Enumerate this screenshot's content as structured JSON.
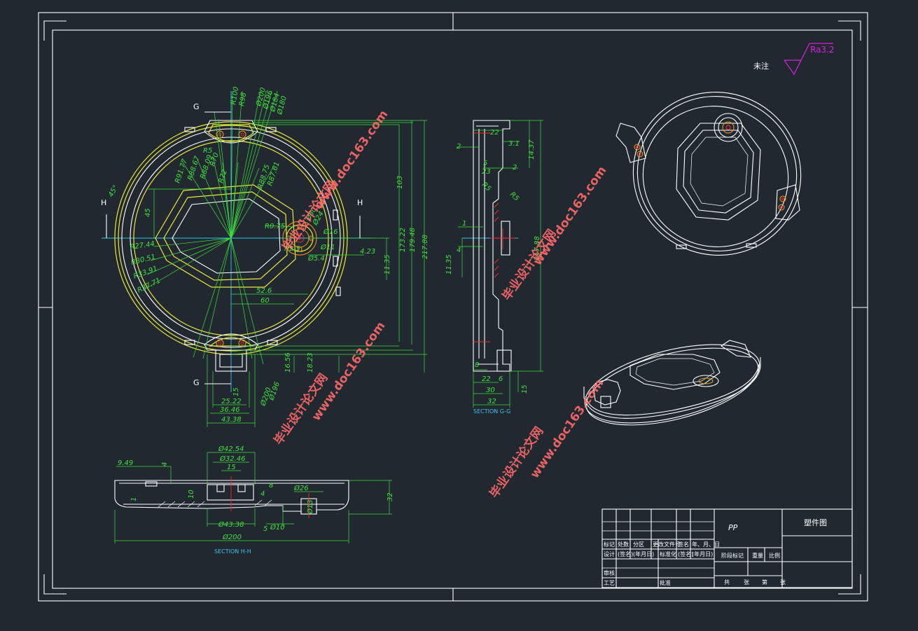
{
  "annotations": {
    "roughness_note": "未注",
    "roughness_value": "Ra3.2",
    "material": "PP",
    "drawing_title": "塑件图",
    "section_gg_label": "SECTION G-G",
    "section_hh_label": "SECTION H-H",
    "cut_g": "G",
    "cut_h": "H"
  },
  "watermarks": [
    "毕业设计论文网",
    "www.doc163.com"
  ],
  "title_block": {
    "row1": [
      "标记",
      "处数",
      "分区",
      "更改文件号",
      "签名",
      "年、月、日"
    ],
    "row2": [
      "设计",
      "(签名)",
      "(年月日)",
      "标准化",
      "(签名)",
      "(年月日)"
    ],
    "row2_right": [
      "阶段标记",
      "重量",
      "比例"
    ],
    "row4": [
      "审核"
    ],
    "row5": [
      "工艺",
      "批准"
    ],
    "row5_right": [
      "共",
      "张",
      "第",
      "张"
    ]
  },
  "front_view_dims": {
    "radii_top": [
      "R100",
      "R98",
      "Ø200",
      "Ø196",
      "Ø184",
      "Ø180"
    ],
    "angles": [
      "45°"
    ],
    "radii_left": [
      "R91.77",
      "R88.67",
      "R88.09",
      "R70",
      "R72"
    ],
    "radii_right": [
      "R88.75",
      "R87.61"
    ],
    "radii_inner": [
      "R27.44",
      "R30.51",
      "R33.91",
      "R37.71"
    ],
    "misc": [
      "R5",
      "R0.75",
      "R2.5",
      "Ø30",
      "Ø24",
      "Ø16",
      "Ø11",
      "Ø5.4"
    ],
    "horizontal": [
      "4.23",
      "52.6",
      "60",
      "25.22",
      "36.46",
      "43.38"
    ],
    "vertical": [
      "45",
      "11.35",
      "103",
      "173.22",
      "179.48",
      "217.88",
      "16.56",
      "18.23",
      "15",
      "Ø200",
      "Ø196"
    ]
  },
  "section_gg_dims": [
    "22",
    "3.1",
    "2",
    "14.37",
    "5",
    "23",
    "2",
    "R5",
    "R5",
    "1",
    "4",
    "11.35",
    "217.88",
    "8",
    "6",
    "22",
    "30",
    "32",
    "15"
  ],
  "section_hh_dims": [
    "Ø42.54",
    "Ø32.46",
    "15",
    "9.49",
    "4",
    "1",
    "10",
    "4",
    "8",
    "Ø26",
    "Ø13",
    "32",
    "Ø43.38",
    "Ø10",
    "5",
    "Ø200"
  ]
}
